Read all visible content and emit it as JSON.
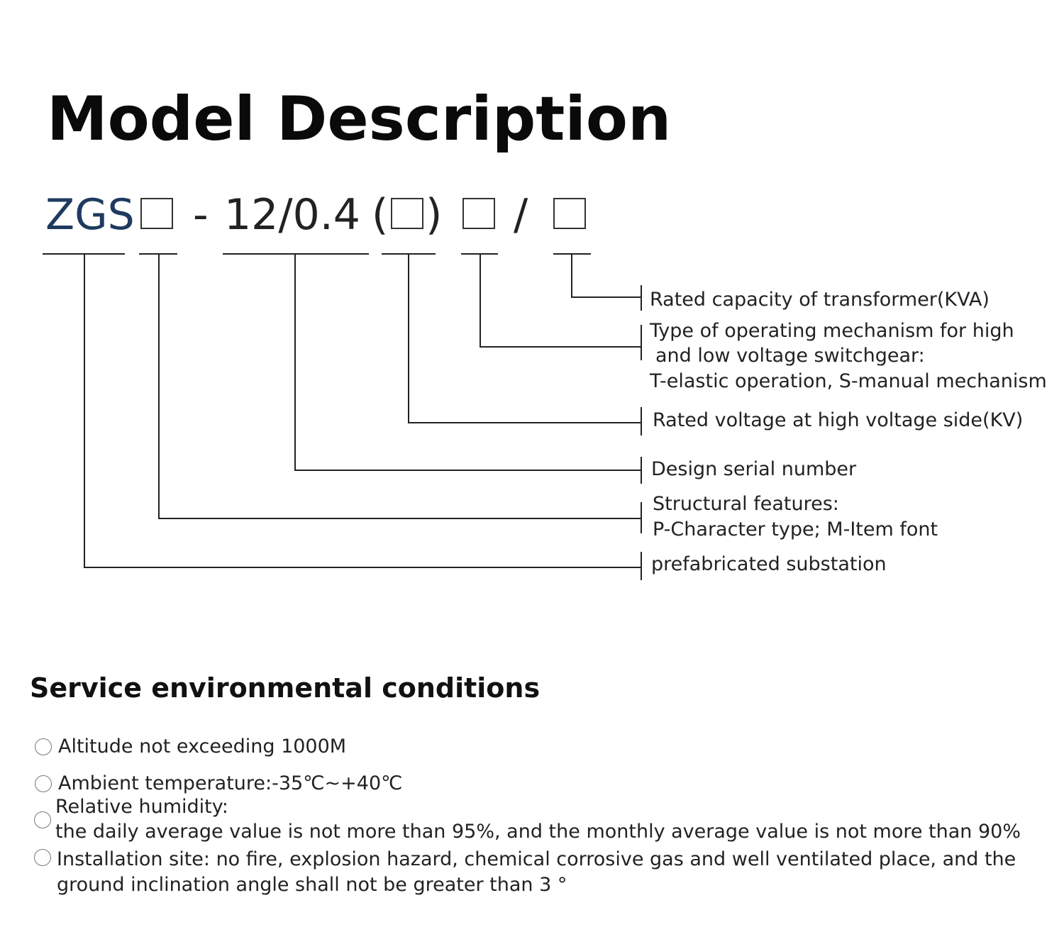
{
  "title": "Model Description",
  "model_code": {
    "prefix": "ZGS",
    "dash": "-",
    "voltage": "12/0.4",
    "paren_open": "(",
    "paren_close": ")",
    "slash": "/"
  },
  "labels": {
    "capacity": "Rated capacity of transformer(KVA)",
    "mechanism_line1": "Type of operating mechanism for high",
    "mechanism_line2": "and low voltage switchgear:",
    "mechanism_line3": "T-elastic operation, S-manual mechanism",
    "rated_voltage": "Rated voltage at high voltage side(KV)",
    "serial": "Design serial number",
    "structural_line1": "Structural features:",
    "structural_line2": "P-Character type; M-Item font",
    "substation": "prefabricated substation"
  },
  "service": {
    "title": "Service environmental conditions",
    "items": [
      {
        "line1": "Altitude not exceeding 1000M"
      },
      {
        "line1": "Ambient temperature:-35℃~+40℃"
      },
      {
        "line1": "Relative humidity:",
        "line2": "the daily average value is not more than 95%, and the monthly average value is not more than 90%"
      },
      {
        "line1": "Installation site: no fire, explosion hazard, chemical corrosive gas and well ventilated place, and the",
        "line2": "ground inclination angle shall not be greater than 3 °"
      }
    ]
  }
}
